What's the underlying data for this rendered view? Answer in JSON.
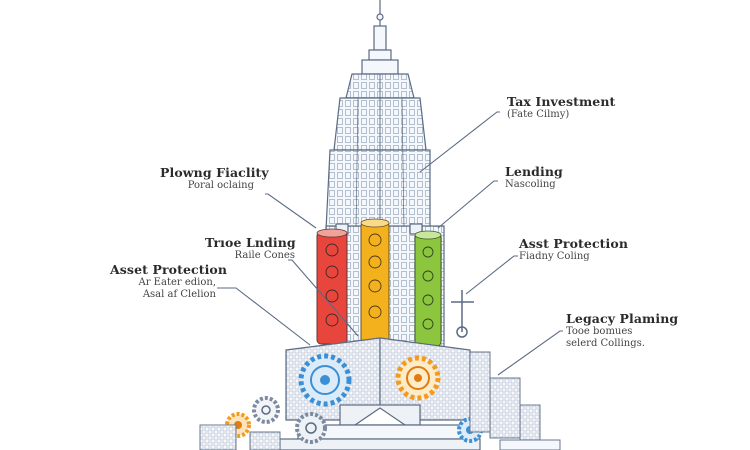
{
  "labels": {
    "tax_investment": {
      "title": "Tax Investment",
      "subtitle": "(Fate Cilmy)"
    },
    "lending": {
      "title": "Lending",
      "subtitle": "Nascoling"
    },
    "asset_protection_right": {
      "title": "Asst Protection",
      "subtitle": "Fiadny Coling"
    },
    "legacy_planning": {
      "title": "Legacy Plaming",
      "subtitle_1": "Tooe bomues",
      "subtitle_2": "selerd Collings."
    },
    "plowing_facility": {
      "title": "Plowng Fiaclity",
      "subtitle": "Poral oclaing"
    },
    "three_lending": {
      "title": "Trıoe Lnding",
      "subtitle": "Raile Cones"
    },
    "asset_protection_left": {
      "title": "Asset Protection",
      "subtitle_1": "Ar Eater edion,",
      "subtitle_2": "Asal af Clelion"
    }
  },
  "colors": {
    "ink": "#5a6b82",
    "red_column": "#e8463c",
    "yellow_column": "#f3b21d",
    "green_column": "#8cc63e",
    "blue_gear": "#3a8fd6",
    "orange_gear": "#f59a1b"
  }
}
